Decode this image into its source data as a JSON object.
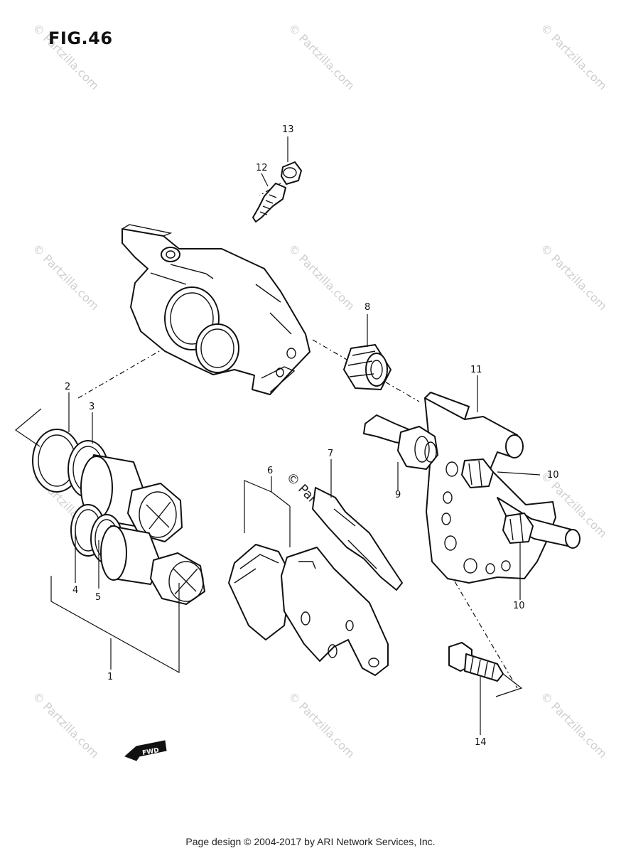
{
  "figure": {
    "title": "FIG.46"
  },
  "callouts": [
    "1",
    "2",
    "3",
    "4",
    "5",
    "6",
    "7",
    "8",
    "9",
    "10",
    "10",
    "11",
    "12",
    "13",
    "14"
  ],
  "watermark": {
    "text": "© Partzilla.com",
    "center_text": "© Partzilla.com"
  },
  "direction_arrow_label": "FWD",
  "footer": {
    "text": "Page design © 2004-2017 by ARI Network Services, Inc."
  }
}
